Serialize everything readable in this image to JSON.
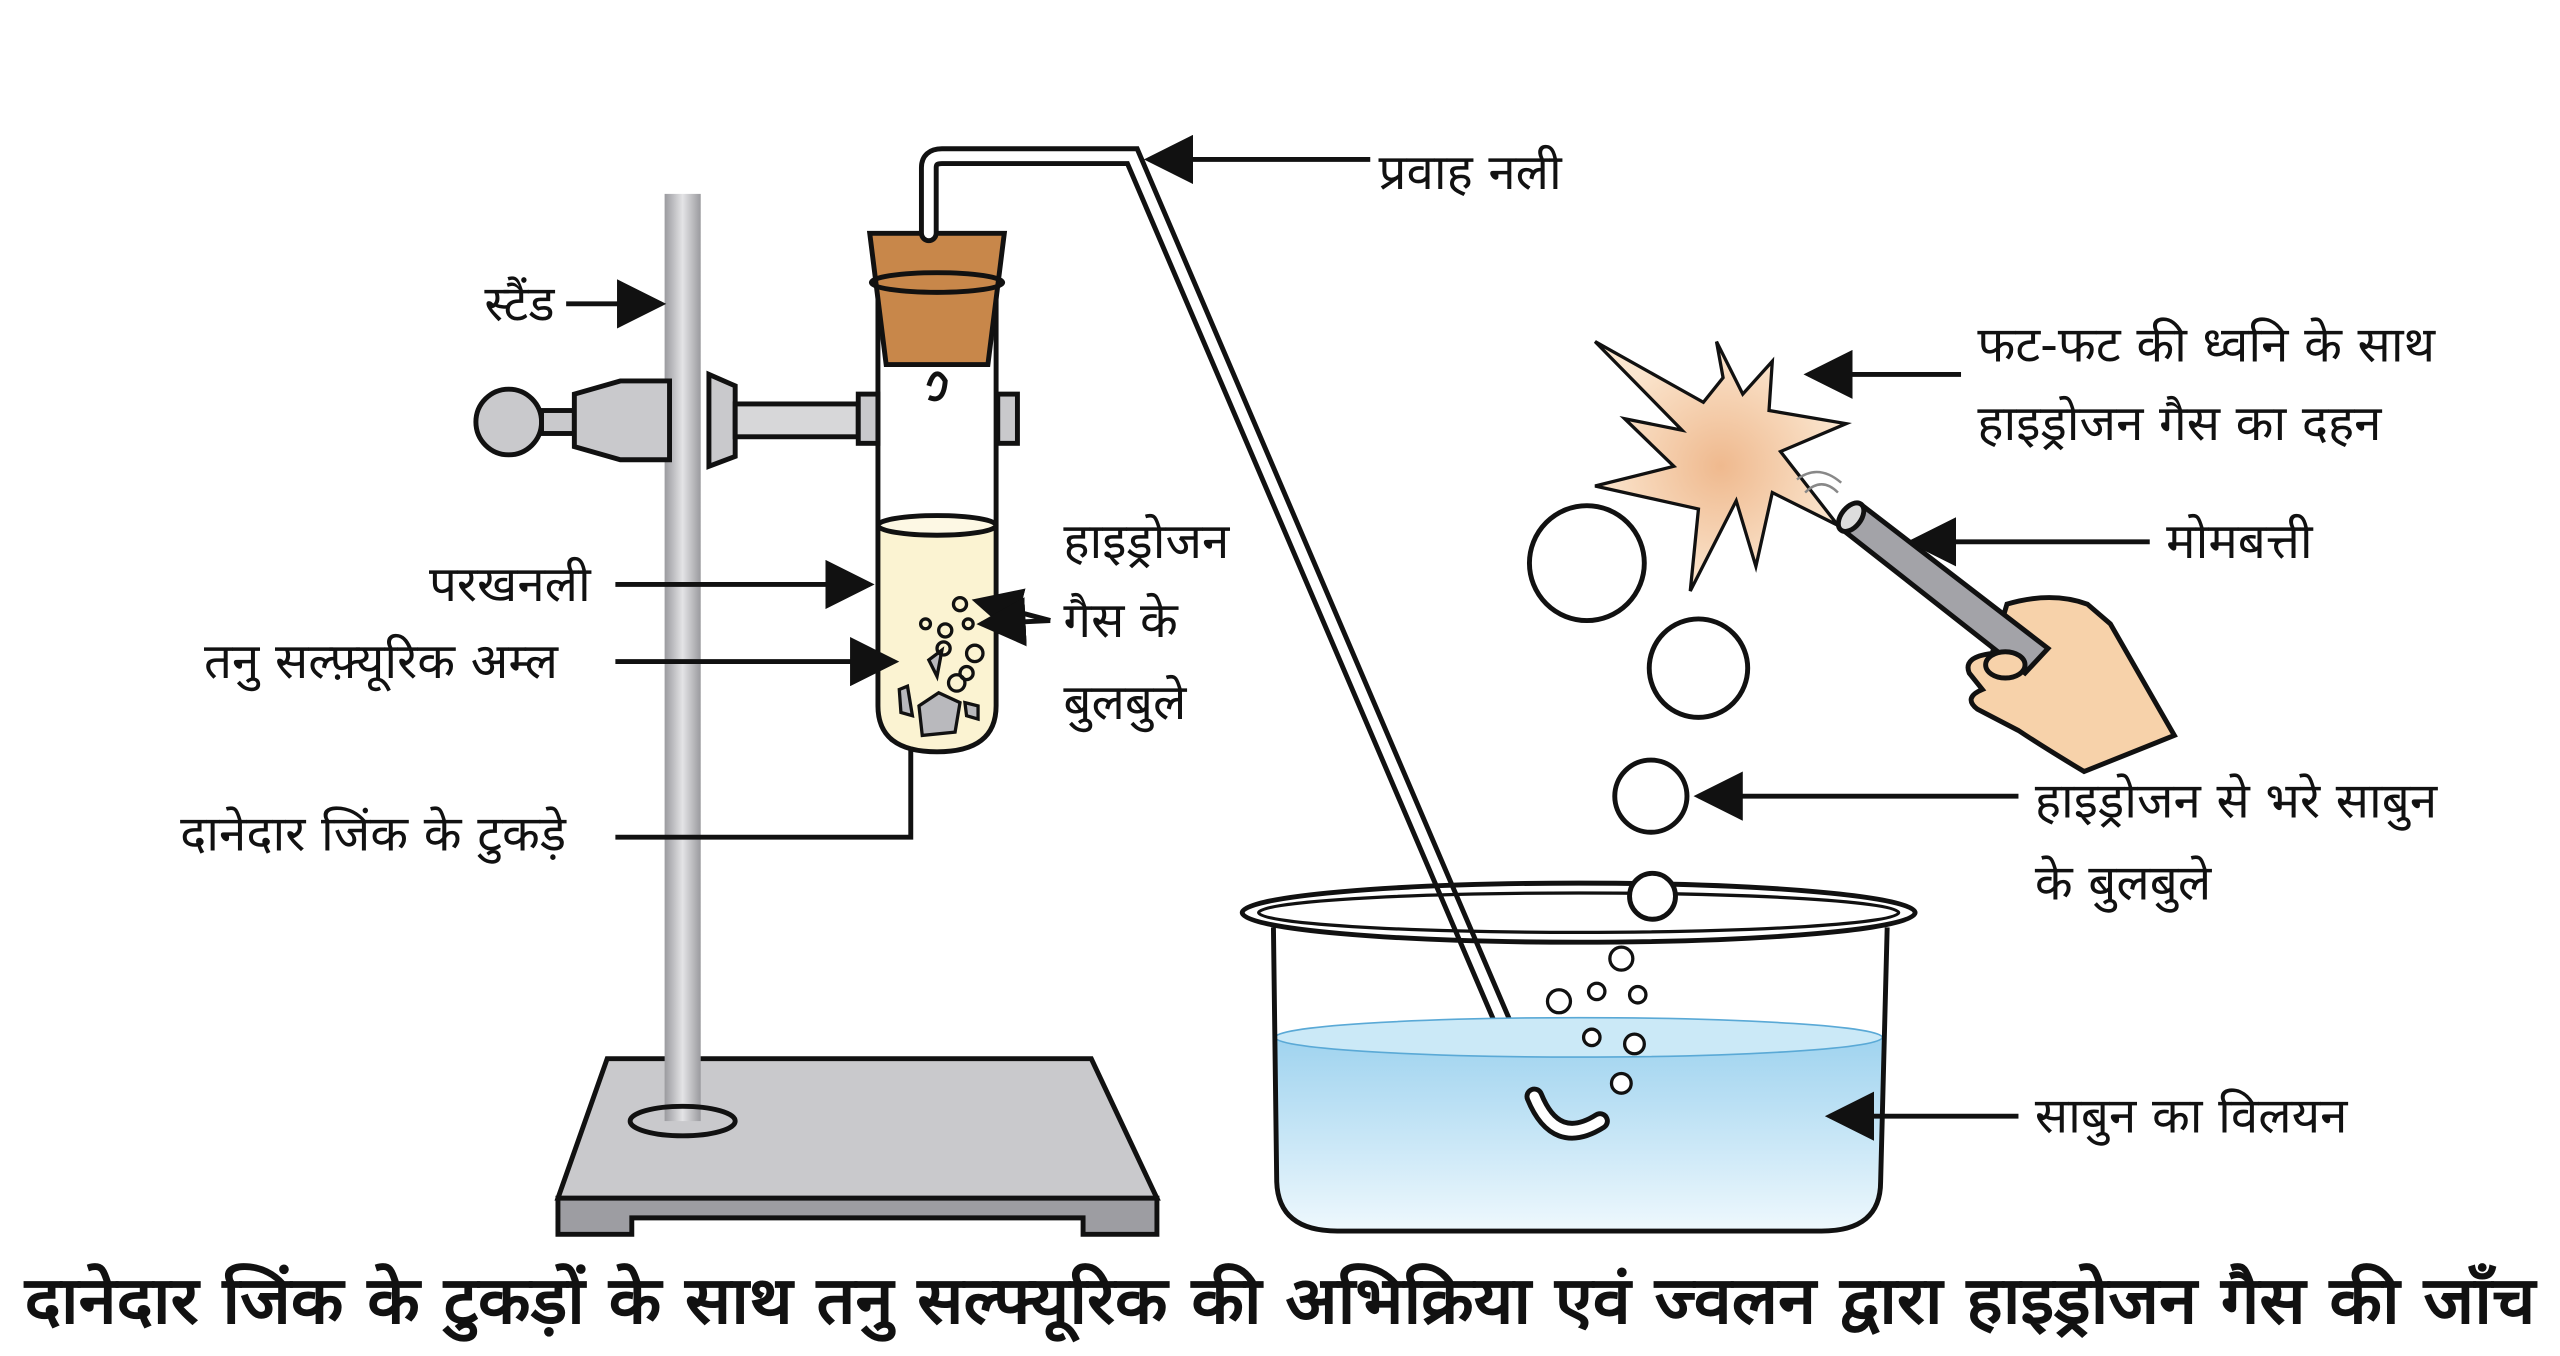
{
  "labels": {
    "delivery_tube": "प्रवाह नली",
    "stand": "स्टैंड",
    "test_tube": "परखनली",
    "dilute_acid": "तनु सल्फ़्यूरिक अम्ल",
    "zinc": "दानेदार जिंक के टुकड़े",
    "gas_bubbles": [
      "हाइड्रोजन",
      "गैस के",
      "बुलबुले"
    ],
    "combustion": [
      "फट-फट की ध्वनि के साथ",
      "हाइड्रोजन गैस का दहन"
    ],
    "candle": "मोमबत्ती",
    "soap_bubbles": [
      "हाइड्रोजन से भरे साबुन",
      "के बुलबुले"
    ],
    "soap_solution": "साबुन का विलयन"
  },
  "title": "दानेदार जिंक के टुकड़ों के साथ तनु सल्फ्यूरिक की अभिक्रिया एवं ज्वलन द्वारा हाइड्रोजन गैस की जाँच",
  "colors": {
    "cork": "#c8874a",
    "acid": "#fbf3d2",
    "water": "#bfe3f5",
    "flame": "#f9d9b5",
    "skin": "#f7d2aa",
    "metal": "#c9c9cc"
  }
}
